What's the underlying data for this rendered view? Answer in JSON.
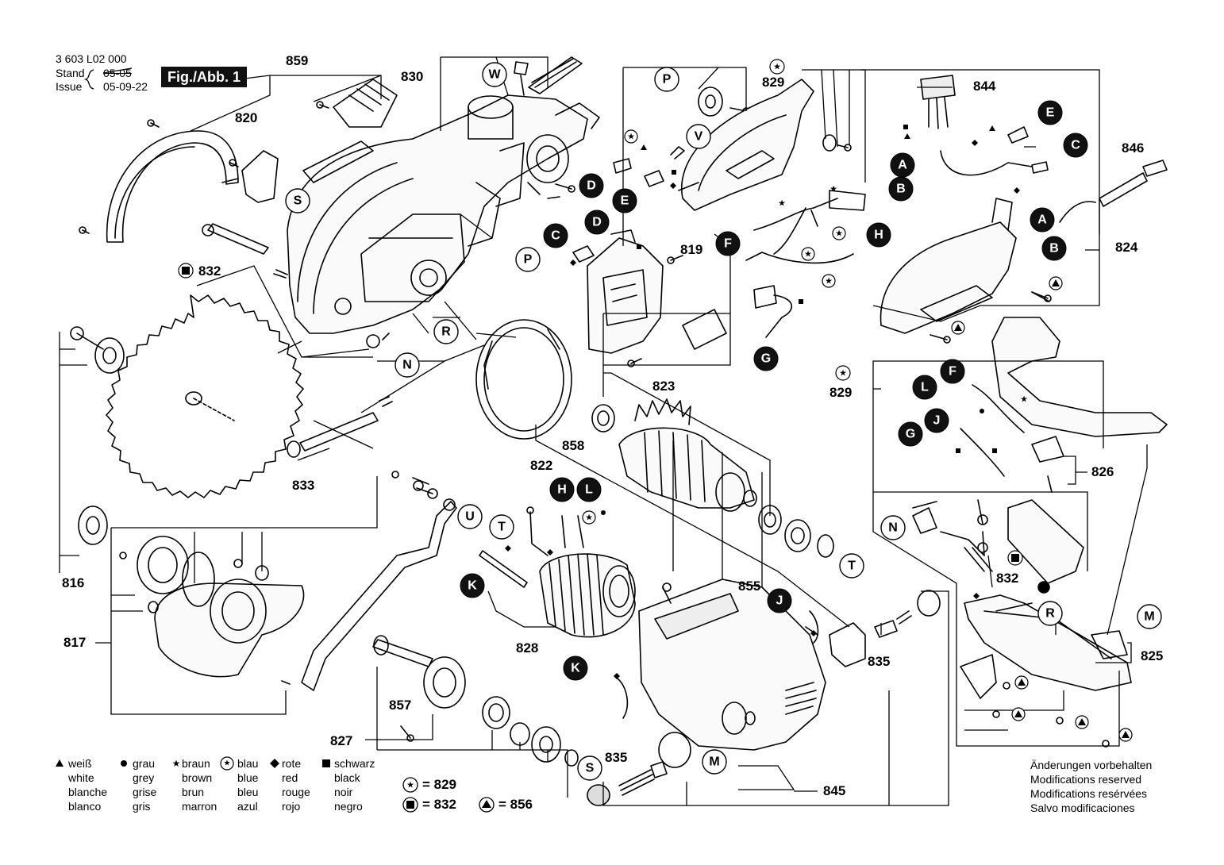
{
  "header": {
    "doc_number": "3 603 L02 000",
    "stand_label": "Stand",
    "issue_label": "Issue",
    "stand_date_struck": "05-05",
    "issue_date": "05-09-22",
    "fig_label": "Fig./Abb. 1"
  },
  "part_numbers": [
    "859",
    "830",
    "829",
    "844",
    "820",
    "846",
    "832",
    "819",
    "824",
    "829",
    "823",
    "858",
    "822",
    "826",
    "833",
    "816",
    "832",
    "855",
    "817",
    "825",
    "828",
    "835",
    "857",
    "827",
    "835",
    "845"
  ],
  "letter_callouts": {
    "white": [
      "W",
      "P",
      "V",
      "S",
      "P",
      "R",
      "N",
      "U",
      "T",
      "T",
      "M",
      "N",
      "R",
      "M",
      "S"
    ],
    "black": [
      "E",
      "C",
      "D",
      "E",
      "D",
      "C",
      "A",
      "B",
      "F",
      "H",
      "G",
      "A",
      "B",
      "F",
      "L",
      "J",
      "G",
      "H",
      "L",
      "K",
      "J",
      "K"
    ]
  },
  "legend": {
    "colors": [
      {
        "symbol": "triangle",
        "lines": [
          "weiß",
          "white",
          "blanche",
          "blanco"
        ]
      },
      {
        "symbol": "dot",
        "lines": [
          "grau",
          "grey",
          "grise",
          "gris"
        ]
      },
      {
        "symbol": "star",
        "lines": [
          "braun",
          "brown",
          "brun",
          "marron"
        ]
      },
      {
        "symbol": "star-circle",
        "lines": [
          "blau",
          "blue",
          "bleu",
          "azul"
        ]
      },
      {
        "symbol": "diamond",
        "lines": [
          "rote",
          "red",
          "rouge",
          "rojo"
        ]
      },
      {
        "symbol": "square",
        "lines": [
          "schwarz",
          "black",
          "noir",
          "negro"
        ]
      }
    ],
    "refs": [
      {
        "symbol": "star-circle",
        "text": "= 829"
      },
      {
        "symbol": "square-circle",
        "text": "= 832"
      },
      {
        "symbol": "triangle-circle",
        "text": "= 856"
      }
    ]
  },
  "modifications": [
    "Änderungen vorbehalten",
    "Modifications reserved",
    "Modifications resérvées",
    "Salvo modificaciones"
  ]
}
